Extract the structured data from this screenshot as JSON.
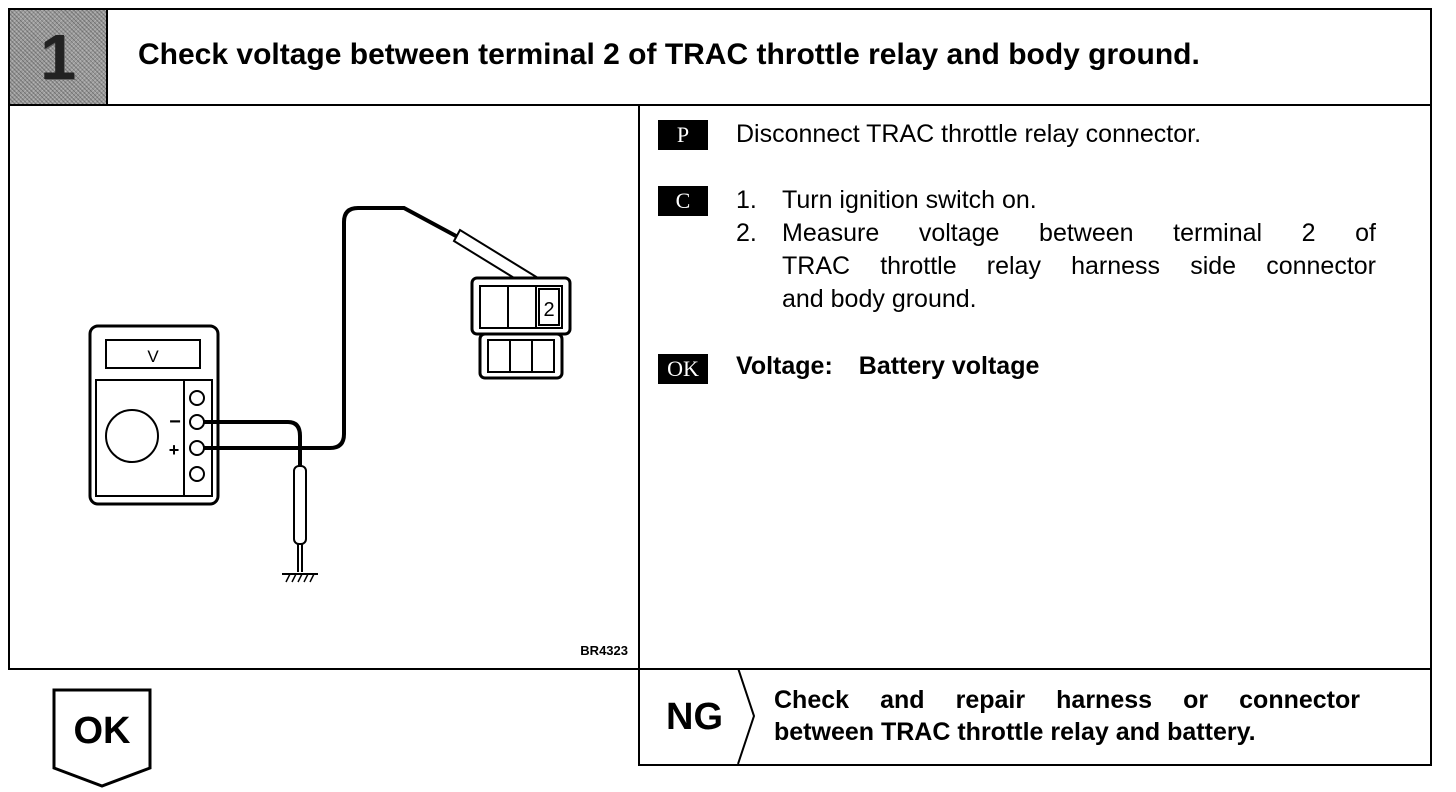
{
  "header": {
    "step_number": "1",
    "title": "Check voltage between terminal 2 of TRAC throttle relay and body ground."
  },
  "diagram": {
    "meter_label": "V",
    "minus_label": "−",
    "plus_label": "+",
    "terminal_label": "2",
    "code": "BR4323"
  },
  "instructions": {
    "prepare": {
      "tag": "P",
      "text": "Disconnect TRAC throttle relay connector."
    },
    "check": {
      "tag": "C",
      "steps": [
        {
          "num": "1.",
          "text": "Turn ignition switch on."
        },
        {
          "num": "2.",
          "text_line1": "Measure voltage between terminal 2 of",
          "text_line2": "TRAC throttle relay harness side connector",
          "text_line3": "and body ground."
        }
      ]
    },
    "ok": {
      "tag": "OK",
      "label": "Voltage:",
      "value": "Battery voltage"
    }
  },
  "result": {
    "ok_label": "OK",
    "ng_label": "NG",
    "ng_line1": "Check and repair harness or connector",
    "ng_line2": "between TRAC throttle relay and battery."
  }
}
